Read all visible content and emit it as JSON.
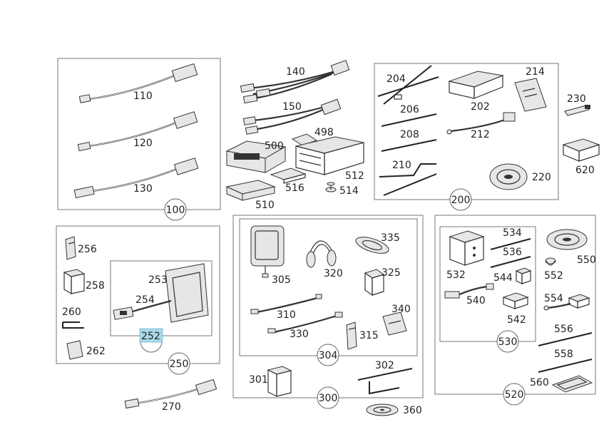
{
  "groups": [
    "100",
    "200",
    "250",
    "300",
    "304",
    "520",
    "530"
  ],
  "parts": [
    "110",
    "120",
    "130",
    "140",
    "150",
    "498",
    "500",
    "510",
    "512",
    "514",
    "516",
    "202",
    "204",
    "206",
    "208",
    "210",
    "212",
    "214",
    "220",
    "230",
    "620",
    "252",
    "253",
    "254",
    "256",
    "258",
    "260",
    "262",
    "270",
    "301",
    "302",
    "305",
    "310",
    "315",
    "320",
    "325",
    "330",
    "335",
    "340",
    "360",
    "532",
    "534",
    "536",
    "540",
    "542",
    "544",
    "550",
    "552",
    "554",
    "556",
    "558",
    "560"
  ],
  "highlight": {
    "part": "252",
    "color": "#a9d8e8"
  }
}
